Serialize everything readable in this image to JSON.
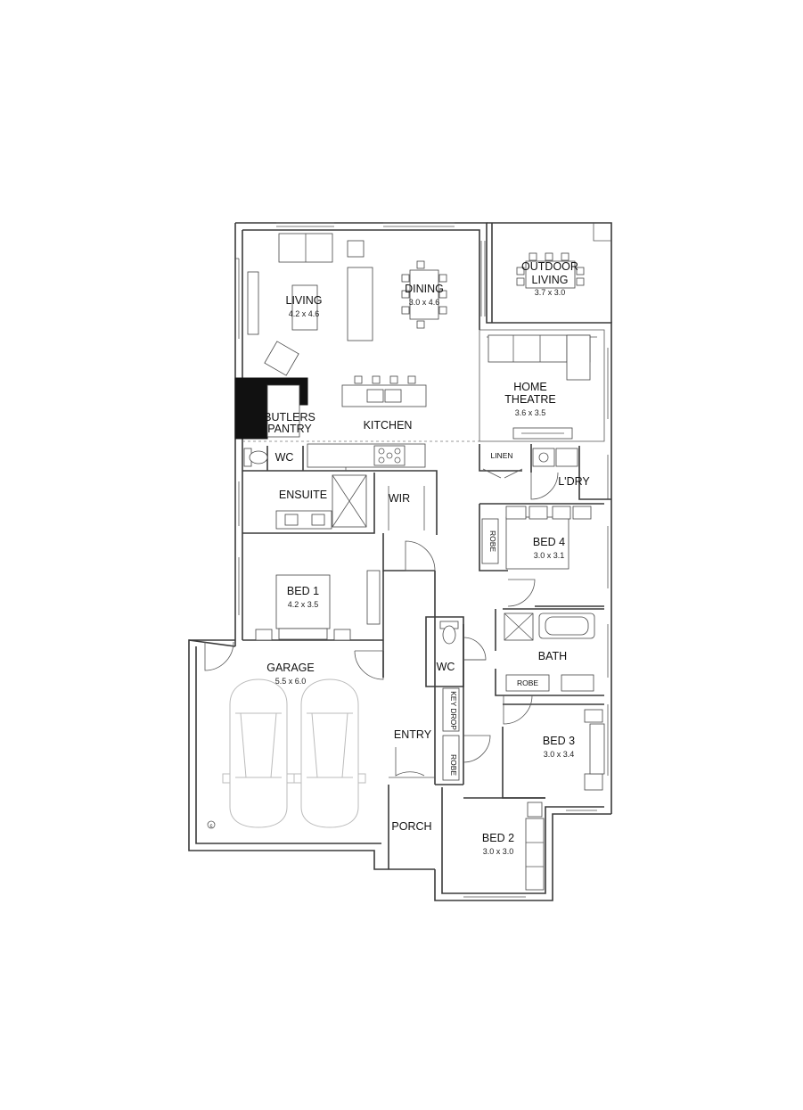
{
  "rooms": {
    "outdoor_living": {
      "name_line1": "OUTDOOR",
      "name_line2": "LIVING",
      "size": "3.7 x 3.0"
    },
    "living": {
      "name": "LIVING",
      "size": "4.2 x 4.6"
    },
    "dining": {
      "name": "DINING",
      "size": "3.0 x 4.6"
    },
    "home_theatre": {
      "name_line1": "HOME",
      "name_line2": "THEATRE",
      "size": "3.6 x 3.5"
    },
    "butlers_pantry": {
      "name_line1": "BUTLERS",
      "name_line2": "PANTRY"
    },
    "kitchen": {
      "name": "KITCHEN"
    },
    "wc_ensuite": {
      "name": "WC"
    },
    "ensuite": {
      "name": "ENSUITE"
    },
    "wir": {
      "name": "WIR"
    },
    "linen": {
      "name": "LINEN"
    },
    "laundry": {
      "name": "L'DRY"
    },
    "robe_bed4": {
      "name": "ROBE"
    },
    "bed4": {
      "name": "BED 4",
      "size": "3.0 x 3.1"
    },
    "bed1": {
      "name": "BED 1",
      "size": "4.2 x 3.5"
    },
    "bath": {
      "name": "BATH"
    },
    "robe_bath": {
      "name": "ROBE"
    },
    "garage": {
      "name": "GARAGE",
      "size": "5.5 x 6.0"
    },
    "wc_hall": {
      "name": "WC"
    },
    "key_drop": {
      "name": "KEY DROP"
    },
    "bed3": {
      "name": "BED 3",
      "size": "3.0 x 3.4"
    },
    "entry": {
      "name": "ENTRY"
    },
    "robe_entry": {
      "name": "ROBE"
    },
    "porch": {
      "name": "PORCH"
    },
    "bed2": {
      "name": "BED 2",
      "size": "3.0 x 3.0"
    }
  },
  "symbols": {
    "garage_mark": "c"
  }
}
